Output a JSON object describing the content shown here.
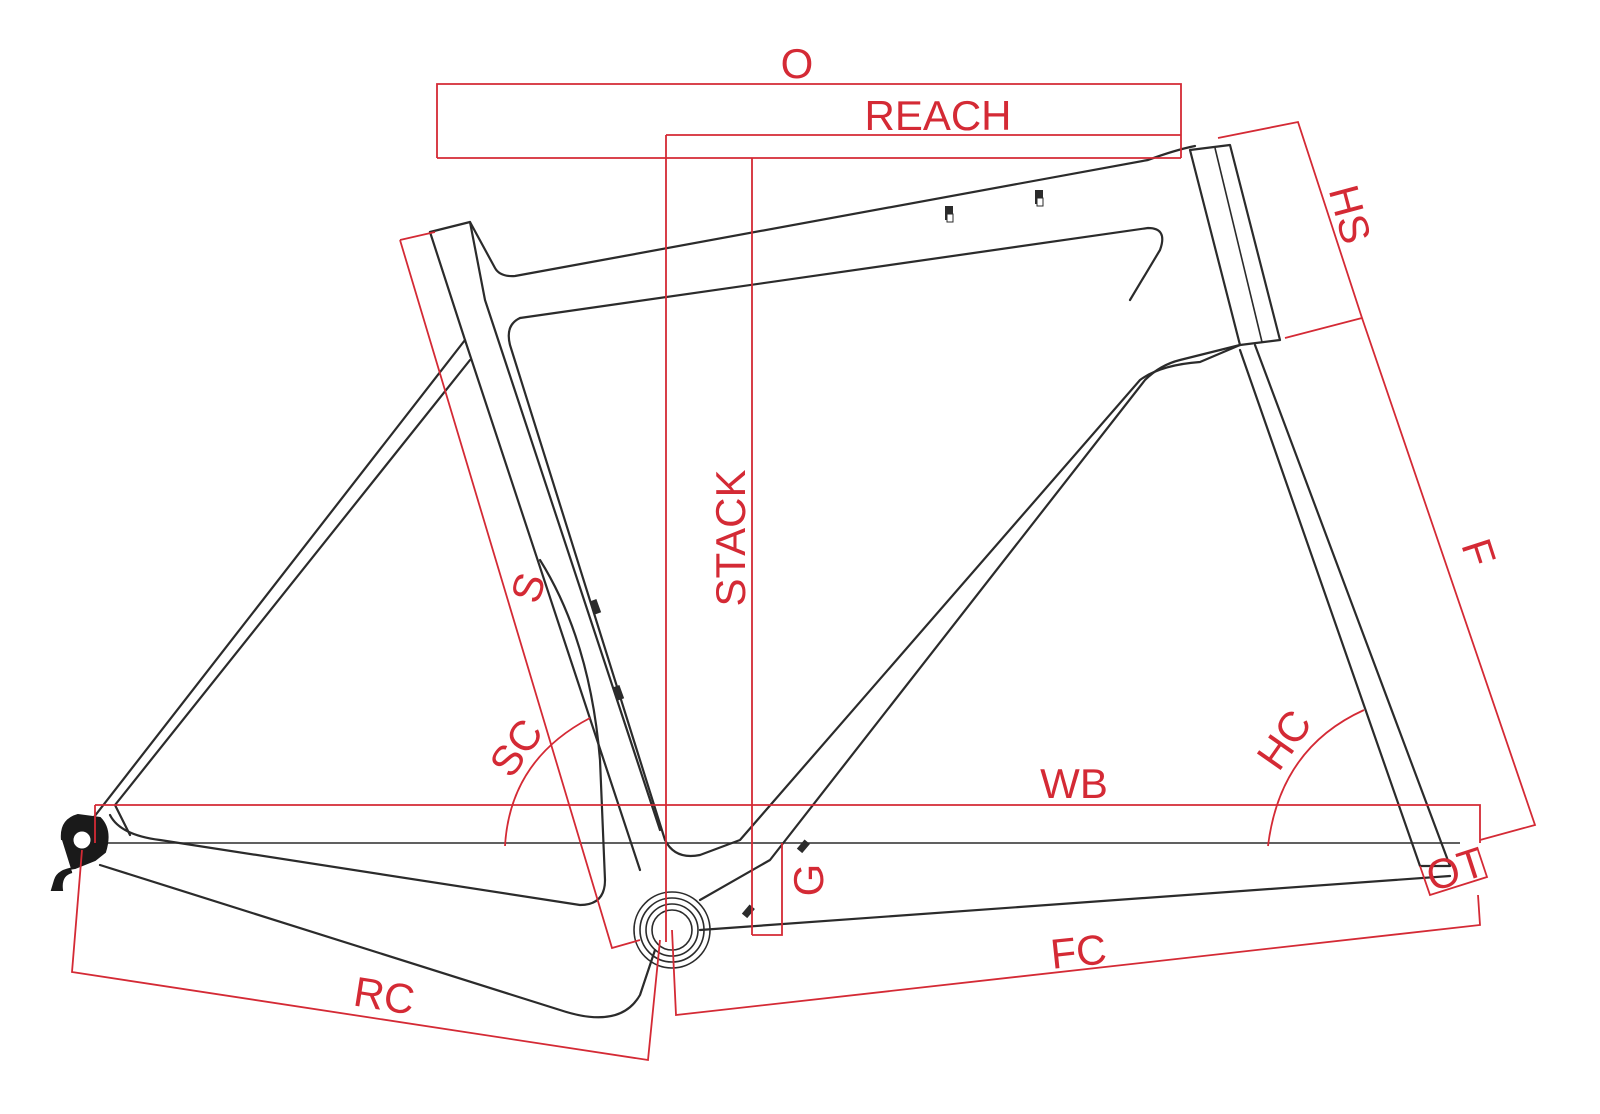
{
  "colors": {
    "dimension": "#d42a35",
    "frame": "#2b2b2b",
    "background": "#ffffff"
  },
  "labels": {
    "o": "O",
    "reach": "REACH",
    "hs": "HS",
    "stack": "STACK",
    "s": "S",
    "f": "F",
    "sc": "SC",
    "hc": "HC",
    "wb": "WB",
    "g": "G",
    "ot": "OT",
    "fc": "FC",
    "rc": "RC"
  }
}
